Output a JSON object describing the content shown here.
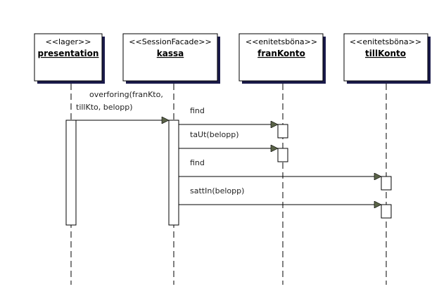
{
  "lifelines": [
    {
      "id": "presentation",
      "stereotype": "<<lager>>",
      "name": "presentation"
    },
    {
      "id": "kassa",
      "stereotype": "<<SessionFacade>>",
      "name": "kassa"
    },
    {
      "id": "franKonto",
      "stereotype": "<<enitetsböna>>",
      "name": "franKonto"
    },
    {
      "id": "tillKonto",
      "stereotype": "<<enitetsböna>>",
      "name": "tillKonto"
    }
  ],
  "messages": [
    {
      "from": "presentation",
      "to": "kassa",
      "label_lines": [
        "overforing(franKto,",
        "tillKto, belopp)"
      ]
    },
    {
      "from": "kassa",
      "to": "franKonto",
      "label_lines": [
        "find"
      ]
    },
    {
      "from": "kassa",
      "to": "franKonto",
      "label_lines": [
        "taUt(belopp)"
      ]
    },
    {
      "from": "kassa",
      "to": "tillKonto",
      "label_lines": [
        "find"
      ]
    },
    {
      "from": "kassa",
      "to": "tillKonto",
      "label_lines": [
        "sattIn(belopp)"
      ]
    }
  ],
  "colors": {
    "box_fill": "#ffffff",
    "shadow": "#1a1a4a",
    "line": "#000000",
    "arrow_head": "#5a6348"
  }
}
